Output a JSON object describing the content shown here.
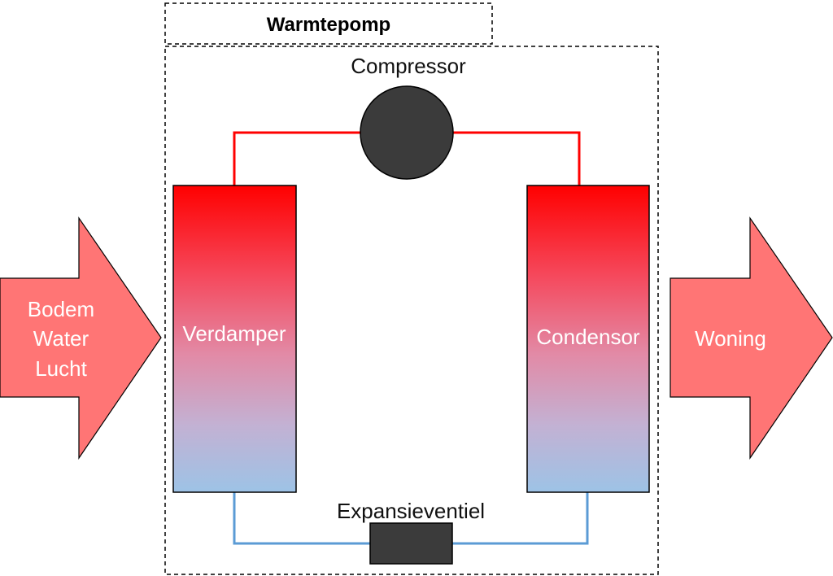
{
  "title": "Warmtepomp",
  "components": {
    "compressor": "Compressor",
    "evaporator": "Verdamper",
    "condenser": "Condensor",
    "expansion_valve": "Expansieventiel"
  },
  "input_arrow": {
    "lines": [
      "Bodem",
      "Water",
      "Lucht"
    ]
  },
  "output_arrow": {
    "label": "Woning"
  },
  "colors": {
    "arrow_fill": "#ff7575",
    "hot_line": "#ff0000",
    "cold_line": "#5b9bd5",
    "gradient_top": "#ff0000",
    "gradient_mid": "#f06a8a",
    "gradient_low": "#c8aed0",
    "gradient_bottom": "#9dc3e6",
    "component_dark": "#3b3b3b"
  }
}
